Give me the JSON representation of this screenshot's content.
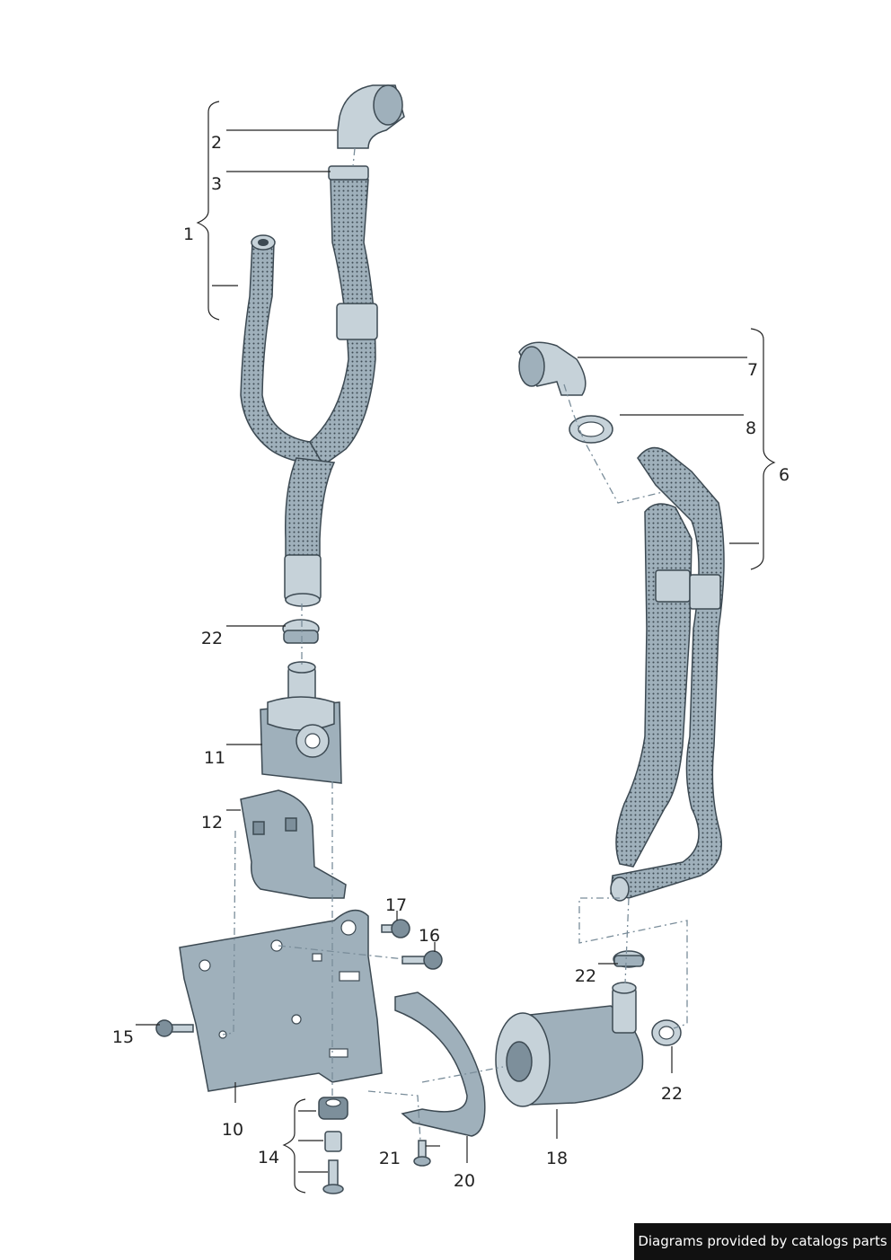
{
  "callouts": {
    "c1": "1",
    "c2": "2",
    "c3": "3",
    "c6": "6",
    "c7": "7",
    "c8": "8",
    "c10": "10",
    "c11": "11",
    "c12": "12",
    "c14": "14",
    "c15": "15",
    "c16": "16",
    "c17": "17",
    "c18": "18",
    "c20": "20",
    "c21": "21",
    "c22a": "22",
    "c22b": "22",
    "c22c": "22"
  },
  "footer": {
    "text": "Diagrams provided by catalogs parts"
  },
  "colors": {
    "part": "#9fb0bb",
    "part_light": "#c6d2d9",
    "outline": "#3d4a53",
    "badge": "#111111"
  }
}
